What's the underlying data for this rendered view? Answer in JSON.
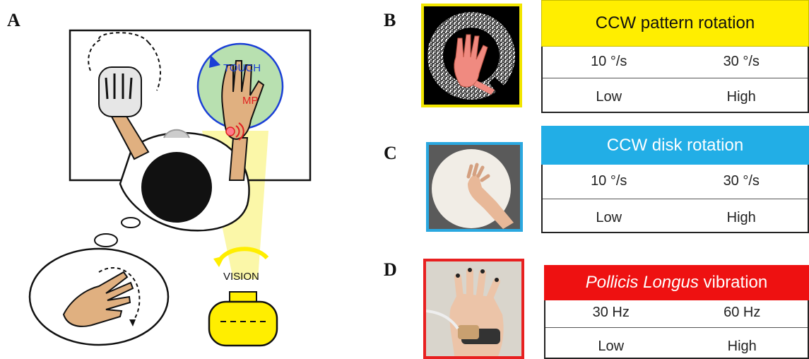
{
  "panels": {
    "a": "A",
    "b": "B",
    "c": "C",
    "d": "D"
  },
  "scene": {
    "touch_label": "TOUCH",
    "mp_label": "MP",
    "vision_label": "VISION"
  },
  "tables": {
    "b": {
      "header": "CCW pattern rotation",
      "header_color": "#ffee00",
      "header_text_color": "#111111",
      "frame_color": "#f2e600",
      "row1": [
        "10 °/s",
        "30 °/s"
      ],
      "row2": [
        "Low",
        "High"
      ]
    },
    "c": {
      "header": "CCW disk rotation",
      "header_color": "#22aee6",
      "header_text_color": "#ffffff",
      "frame_color": "#2aa8e0",
      "row1": [
        "10 °/s",
        "30 °/s"
      ],
      "row2": [
        "Low",
        "High"
      ]
    },
    "d": {
      "header_italic": "Pollicis Longus",
      "header_rest": " vibration",
      "header_color": "#ee1111",
      "header_text_color": "#ffffff",
      "frame_color": "#e82020",
      "row1": [
        "30 Hz",
        "60 Hz"
      ],
      "row2": [
        "Low",
        "High"
      ]
    }
  },
  "colors": {
    "touch_blue": "#1a3fd6",
    "mp_red": "#e02020",
    "disk_green": "#b8e0b0",
    "vision_yellow": "#f8f060",
    "projector_yellow": "#ffee00",
    "skin": "#e0b080"
  }
}
